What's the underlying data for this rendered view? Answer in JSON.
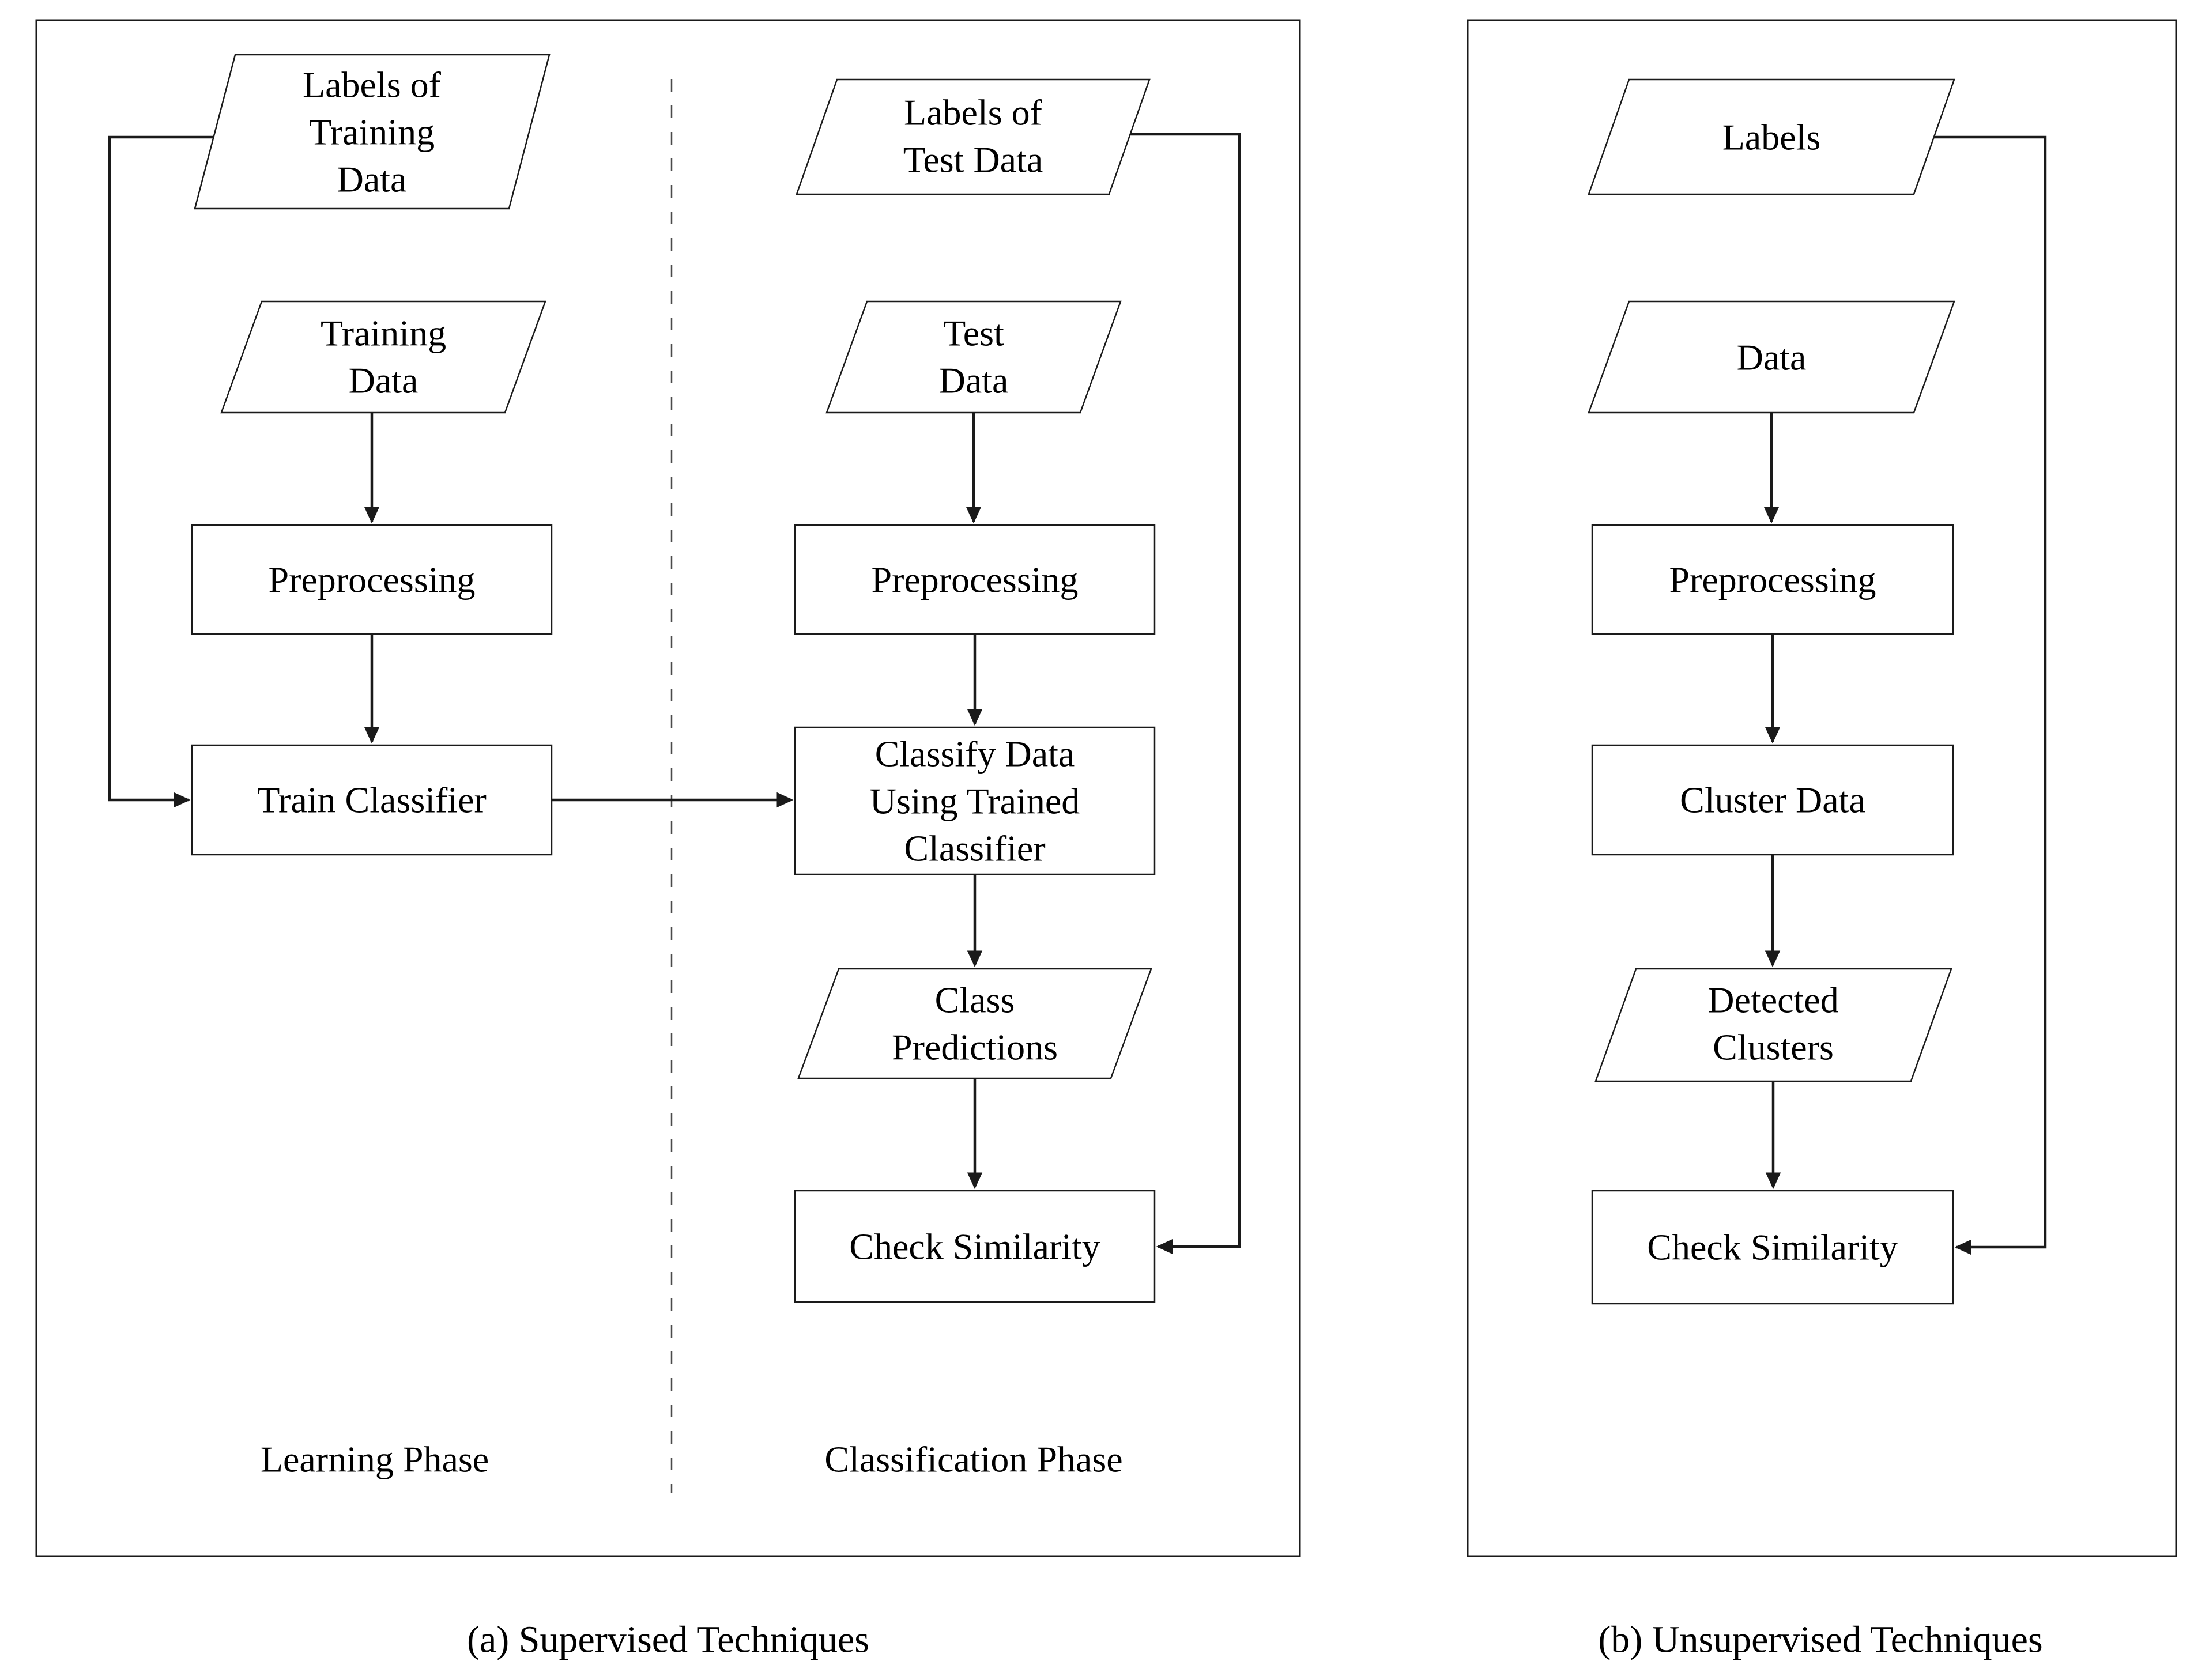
{
  "a": {
    "caption": "(a) Supervised Techniques",
    "phases": {
      "learning": "Learning Phase",
      "classification": "Classification Phase"
    },
    "nodes": {
      "labels_training": {
        "shape": "parallelogram",
        "lines": [
          "Labels of",
          "Training",
          "Data"
        ]
      },
      "training_data": {
        "shape": "parallelogram",
        "lines": [
          "Training",
          "Data"
        ]
      },
      "preprocessing_learning": {
        "shape": "rect",
        "lines": [
          "Preprocessing"
        ]
      },
      "train_classifier": {
        "shape": "rect",
        "lines": [
          "Train Classifier"
        ]
      },
      "labels_test": {
        "shape": "parallelogram",
        "lines": [
          "Labels of",
          "Test Data"
        ]
      },
      "test_data": {
        "shape": "parallelogram",
        "lines": [
          "Test",
          "Data"
        ]
      },
      "preprocessing_classification": {
        "shape": "rect",
        "lines": [
          "Preprocessing"
        ]
      },
      "classify_data": {
        "shape": "rect",
        "lines": [
          "Classify Data",
          "Using Trained",
          "Classifier"
        ]
      },
      "class_predictions": {
        "shape": "parallelogram",
        "lines": [
          "Class",
          "Predictions"
        ]
      },
      "check_similarity": {
        "shape": "rect",
        "lines": [
          "Check Similarity"
        ]
      }
    }
  },
  "b": {
    "caption": "(b) Unsupervised Techniques",
    "nodes": {
      "labels": {
        "shape": "parallelogram",
        "lines": [
          "Labels"
        ]
      },
      "data": {
        "shape": "parallelogram",
        "lines": [
          "Data"
        ]
      },
      "preprocessing": {
        "shape": "rect",
        "lines": [
          "Preprocessing"
        ]
      },
      "cluster_data": {
        "shape": "rect",
        "lines": [
          "Cluster Data"
        ]
      },
      "detected_clusters": {
        "shape": "parallelogram",
        "lines": [
          "Detected",
          "Clusters"
        ]
      },
      "check_similarity": {
        "shape": "rect",
        "lines": [
          "Check Similarity"
        ]
      }
    }
  },
  "edges": [
    {
      "panel": "a",
      "from": "labels_training",
      "to": "train_classifier"
    },
    {
      "panel": "a",
      "from": "training_data",
      "to": "preprocessing_learning"
    },
    {
      "panel": "a",
      "from": "preprocessing_learning",
      "to": "train_classifier"
    },
    {
      "panel": "a",
      "from": "train_classifier",
      "to": "classify_data"
    },
    {
      "panel": "a",
      "from": "labels_test",
      "to": "check_similarity"
    },
    {
      "panel": "a",
      "from": "test_data",
      "to": "preprocessing_classification"
    },
    {
      "panel": "a",
      "from": "preprocessing_classification",
      "to": "classify_data"
    },
    {
      "panel": "a",
      "from": "classify_data",
      "to": "class_predictions"
    },
    {
      "panel": "a",
      "from": "class_predictions",
      "to": "check_similarity"
    },
    {
      "panel": "b",
      "from": "labels",
      "to": "check_similarity"
    },
    {
      "panel": "b",
      "from": "data",
      "to": "preprocessing"
    },
    {
      "panel": "b",
      "from": "preprocessing",
      "to": "cluster_data"
    },
    {
      "panel": "b",
      "from": "cluster_data",
      "to": "detected_clusters"
    },
    {
      "panel": "b",
      "from": "detected_clusters",
      "to": "check_similarity"
    }
  ],
  "colors": {
    "ink": "#1a1a1a",
    "background": "#ffffff",
    "divider": "#4a4a4a"
  }
}
